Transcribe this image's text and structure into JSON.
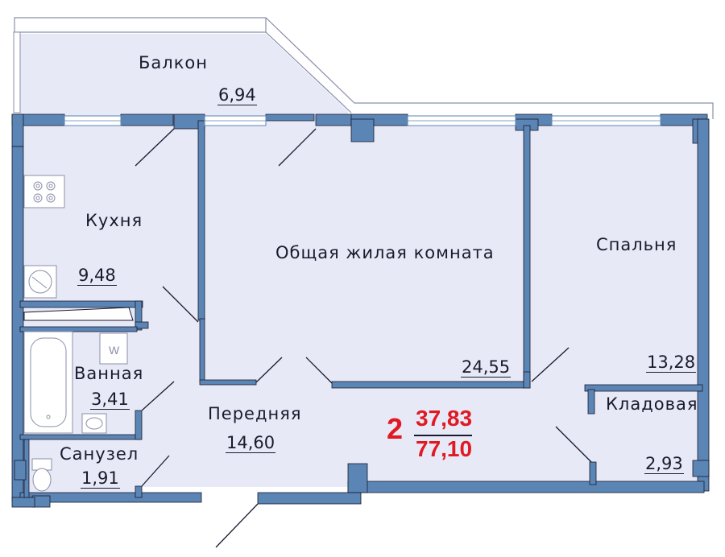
{
  "rooms": {
    "balcony": {
      "label": "Балкон",
      "area": "6,94"
    },
    "kitchen": {
      "label": "Кухня",
      "area": "9,48"
    },
    "living": {
      "label": "Общая жилая комната",
      "area": "24,55"
    },
    "bedroom": {
      "label": "Спальня",
      "area": "13,28"
    },
    "bathroom": {
      "label": "Ванная",
      "area": "3,41"
    },
    "wc": {
      "label": "Санузел",
      "area": "1,91"
    },
    "hallway": {
      "label": "Передняя",
      "area": "14,60"
    },
    "storage": {
      "label": "Кладовая",
      "area": "2,93"
    }
  },
  "summary": {
    "rooms": "2",
    "living_area": "37,83",
    "total_area": "77,10"
  },
  "fixtures": {
    "washer_mark": "W"
  },
  "colors": {
    "wall": "#5b85b5",
    "floor": "#e8e9f7",
    "accent": "#e01a22",
    "line": "#1a1a2e"
  }
}
